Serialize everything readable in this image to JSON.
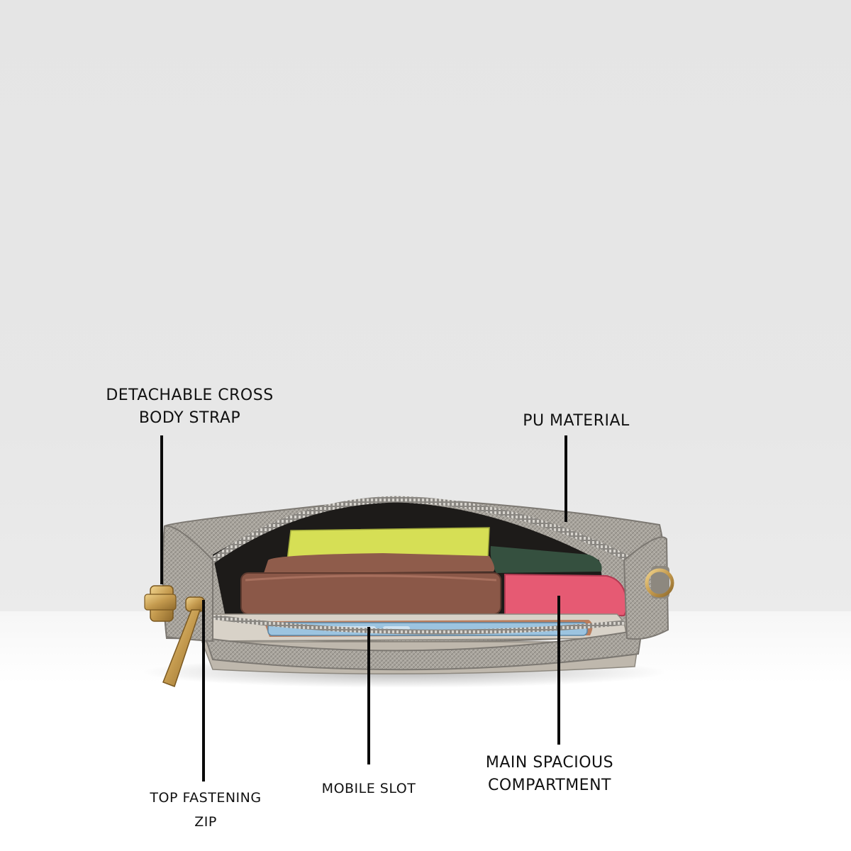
{
  "scene": {
    "background_top": "#e6e6e6",
    "background_floor": "#ffffff",
    "product": "grey crossbody bag, open, showing contents"
  },
  "callouts": {
    "strap": {
      "line1": "DETACHABLE CROSS",
      "line2": "BODY STRAP"
    },
    "material": {
      "line1": "PU MATERIAL"
    },
    "zip": {
      "line1": "TOP FASTENING",
      "line2": "ZIP"
    },
    "mobile": {
      "line1": "MOBILE SLOT"
    },
    "compartment": {
      "line1": "MAIN SPACIOUS",
      "line2": "COMPARTMENT"
    }
  },
  "colors": {
    "bag_body": "#a8a59f",
    "bag_lining": "#cfc9bf",
    "wallet": "#8e5a4a",
    "notebook": "#d8e05a",
    "phone_case_pink": "#e8566e",
    "phone_case_green": "#3d5a4a",
    "phone_blue": "#9cc4e0",
    "hardware_gold": "#c9a35a"
  }
}
